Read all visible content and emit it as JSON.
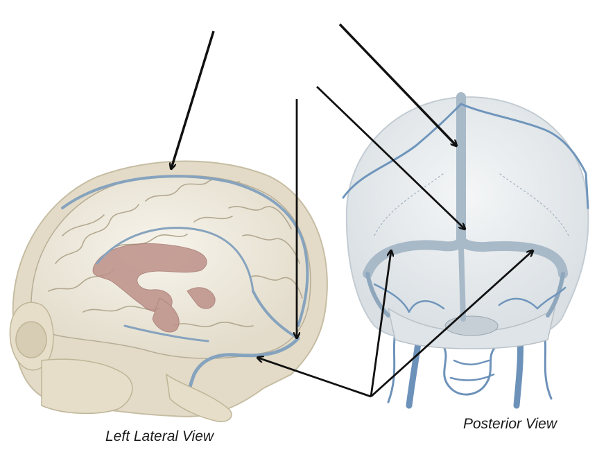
{
  "captions": {
    "left": "Left Lateral View",
    "right": "Posterior View"
  },
  "colors": {
    "background": "#ffffff",
    "skull_bone": "#e6dfcc",
    "skull_outline": "#c8bfa5",
    "brain": "#f1ede3",
    "gyri_lines": "#b6ab94",
    "ventricles": "#b98f87",
    "veins": "#7f9fbf",
    "posterior_skull": "#e8ecef",
    "arrows": "#111111"
  },
  "icons": [
    "arrow-superior-sagittal",
    "arrow-straight-sinus",
    "arrow-posterior-sagittal",
    "arrow-confluence",
    "arrow-transverse-left",
    "arrow-transverse-right-post",
    "arrow-transverse-left-post"
  ]
}
